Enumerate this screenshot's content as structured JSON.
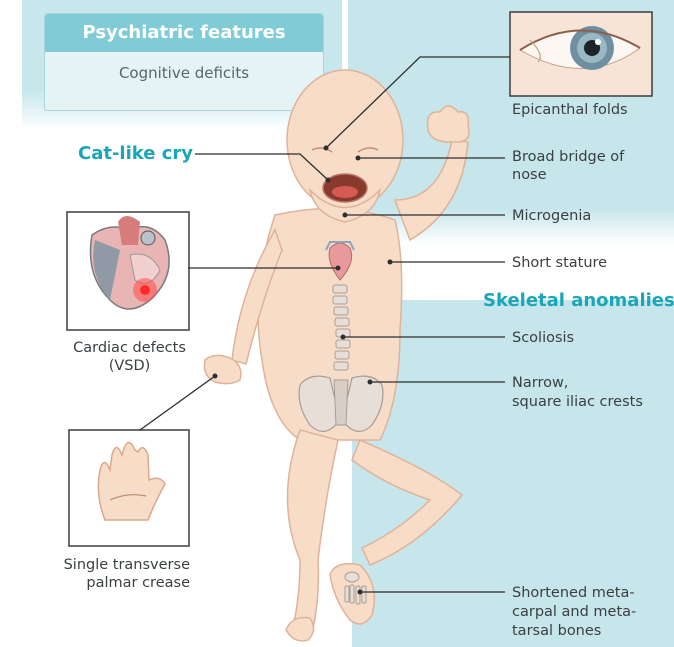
{
  "psychiatric": {
    "title": "Psychiatric features",
    "items": [
      "Cognitive deficits"
    ]
  },
  "labels": {
    "cat_cry": "Cat-like cry",
    "epicanthal": "Epicanthal folds",
    "broad_bridge_1": "Broad bridge of",
    "broad_bridge_2": "nose",
    "microgenia": "Microgenia",
    "short_stature": "Short stature",
    "skeletal_title": "Skeletal anomalies",
    "scoliosis": "Scoliosis",
    "iliac_1": "Narrow,",
    "iliac_2": "square iliac crests",
    "cardiac_1": "Cardiac defects",
    "cardiac_2": "(VSD)",
    "palmar_1": "Single transverse",
    "palmar_2": "palmar crease",
    "meta_1": "Shortened meta-",
    "meta_2": "carpal and meta-",
    "meta_3": "tarsal bones"
  },
  "colors": {
    "teal_accent": "#1aa6b9",
    "panel_bg": "#c6e6eb",
    "header_bg": "#7fcbd6",
    "skin": "#f7dcc8",
    "skin_outline": "#d9a98c"
  }
}
